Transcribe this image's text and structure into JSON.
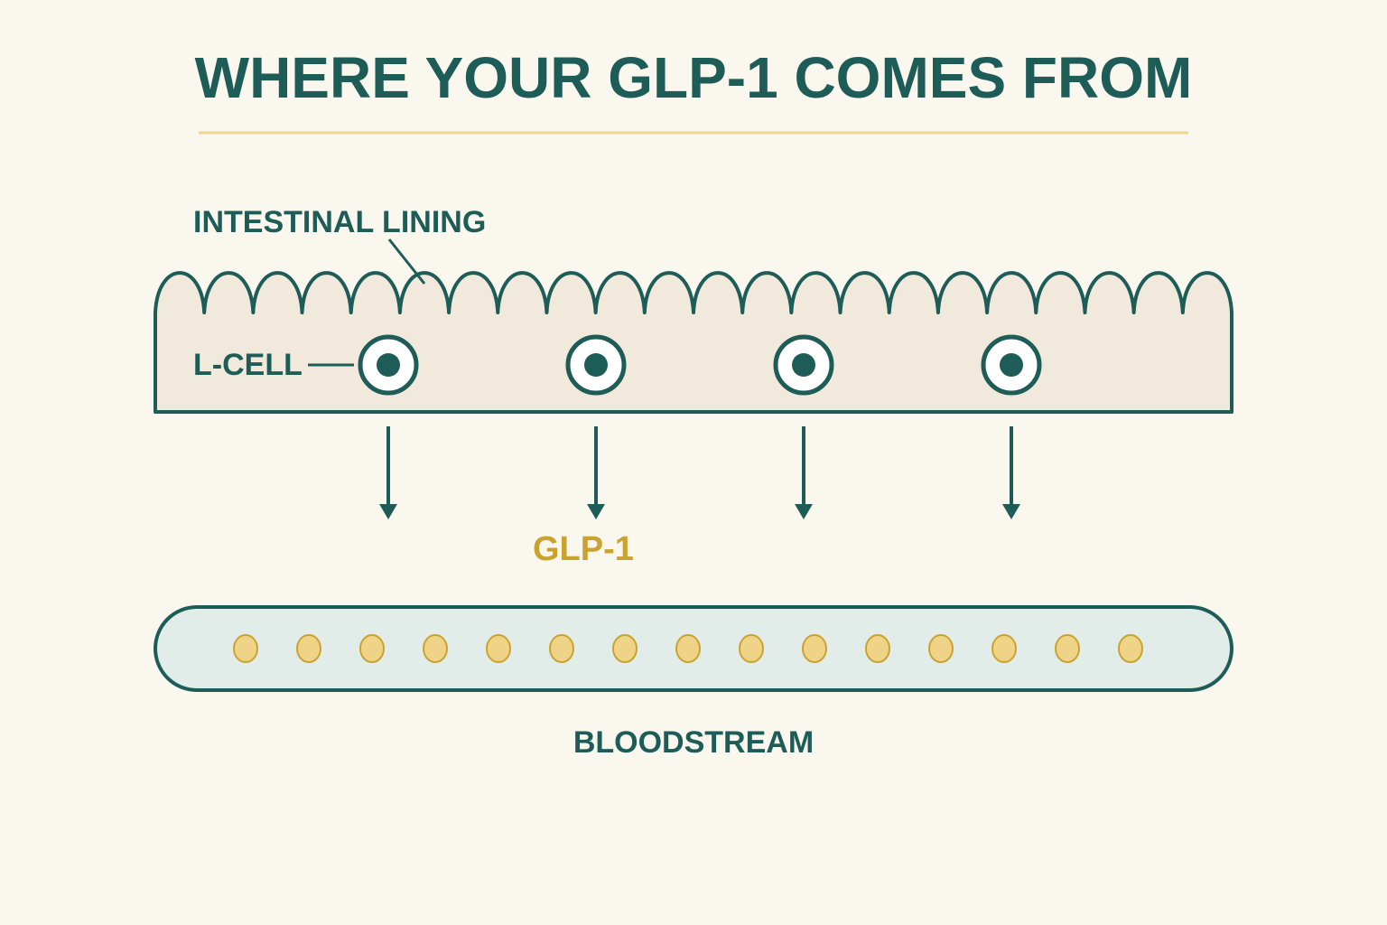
{
  "title": "WHERE YOUR GLP-1 COMES FROM",
  "labels": {
    "intestinal_lining": "INTESTINAL LINING",
    "l_cell": "L-CELL",
    "glp1": "GLP-1",
    "bloodstream": "BLOODSTREAM"
  },
  "colors": {
    "background": "#faf7ef",
    "primary_teal": "#1e5c57",
    "gold_text": "#c9a22f",
    "gold_rule": "#ecd793",
    "lining_fill": "#f0e9dc",
    "bloodstream_fill": "#e2ece8",
    "particle_fill": "#efd386",
    "particle_stroke": "#c9a22f",
    "cell_white": "#ffffff"
  },
  "l_cell_count": 4,
  "glp1_particle_count": 15
}
